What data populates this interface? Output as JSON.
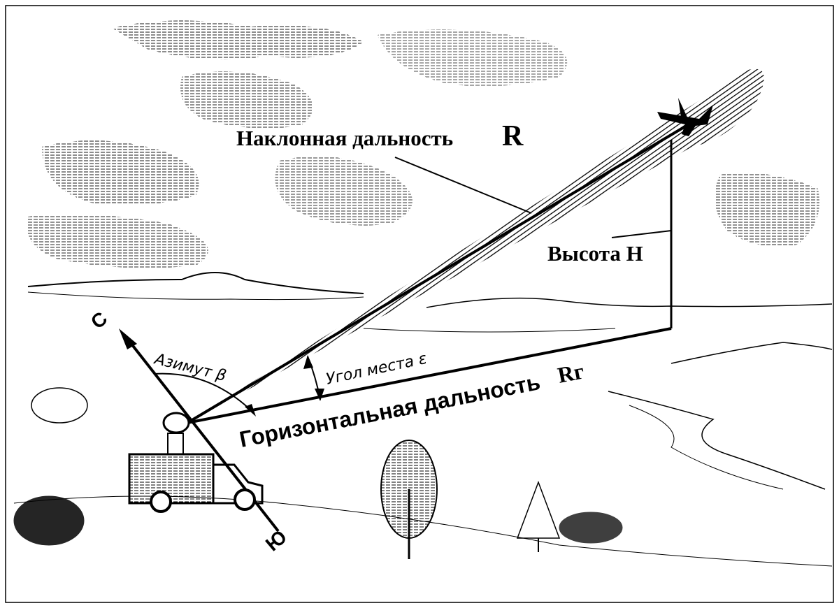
{
  "labels": {
    "slant_range": "Наклонная дальность",
    "slant_range_symbol": "R",
    "altitude": "Высота Н",
    "elevation_angle": "Угол места ε",
    "azimuth": "Азимут β",
    "horizontal_range": "Горизонтальная  дальность",
    "horizontal_range_symbol": "Rг",
    "north": "С",
    "south": "Ю"
  },
  "colors": {
    "ink": "#000000",
    "paper": "#ffffff"
  }
}
